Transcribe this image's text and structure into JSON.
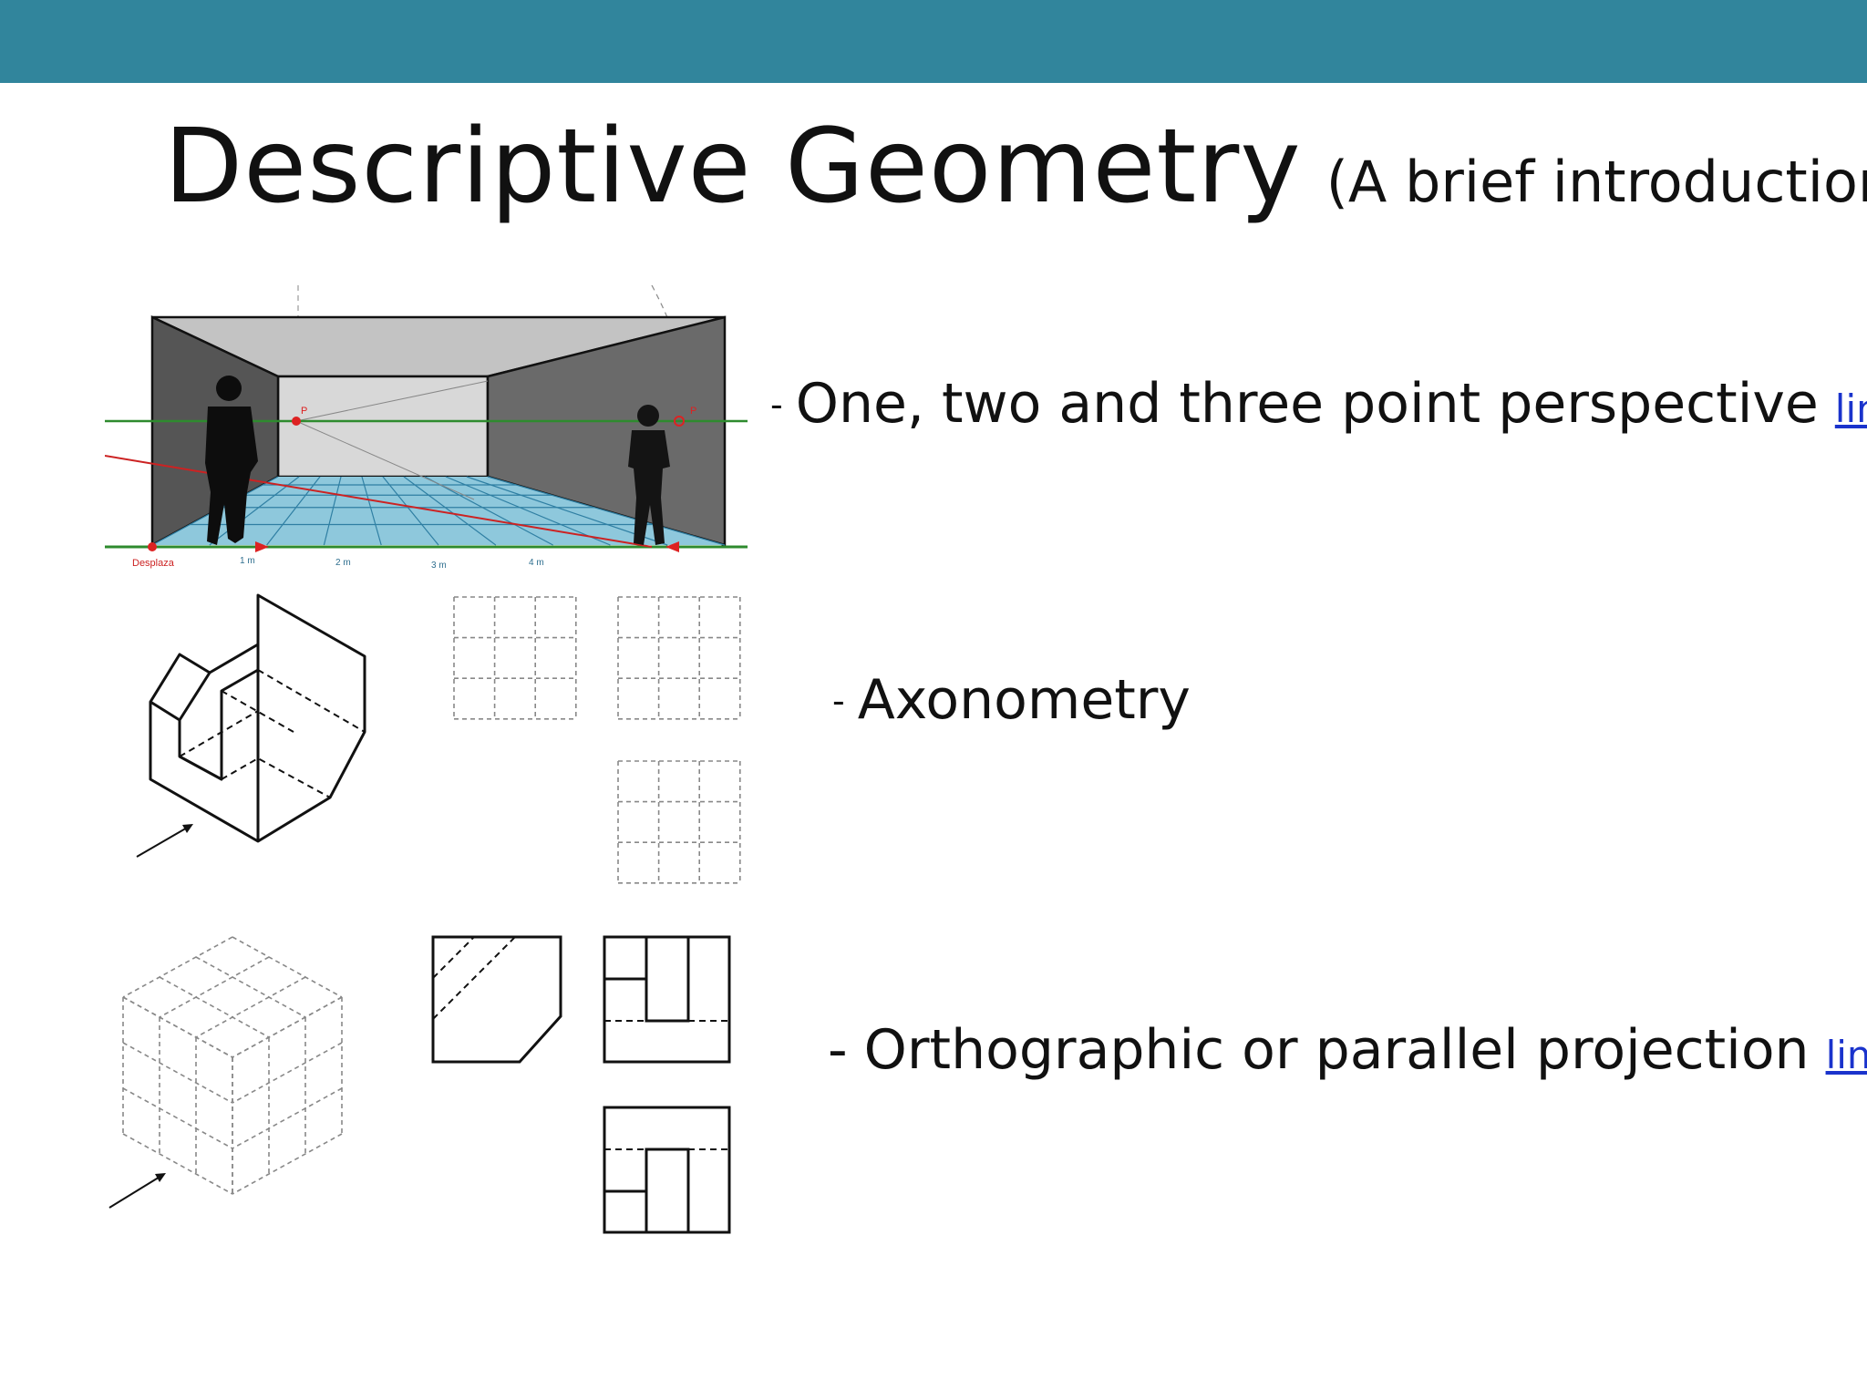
{
  "slide": {
    "band_color": "#31859c",
    "title": "Descriptive Geometry",
    "subtitle": "(A brief introduction)"
  },
  "bullets": {
    "perspective": {
      "dash": "-",
      "text": "One, two and three point perspective",
      "link": "link"
    },
    "axonometry": {
      "dash": "-",
      "text": "Axonometry"
    },
    "orthographic": {
      "dash": "-",
      "text": "Orthographic or parallel projection",
      "link": "link"
    }
  },
  "perspective_figure": {
    "labels": {
      "start": "Desplaza",
      "p1": "P",
      "p2": "P",
      "m1": "1 m",
      "m2": "2 m",
      "m3": "3 m",
      "m4": "4 m"
    },
    "colors": {
      "horizon": "#2e8b2e",
      "ray": "#cc2222",
      "floor": "#8ec8dc",
      "grid": "#2f7fa3"
    }
  }
}
